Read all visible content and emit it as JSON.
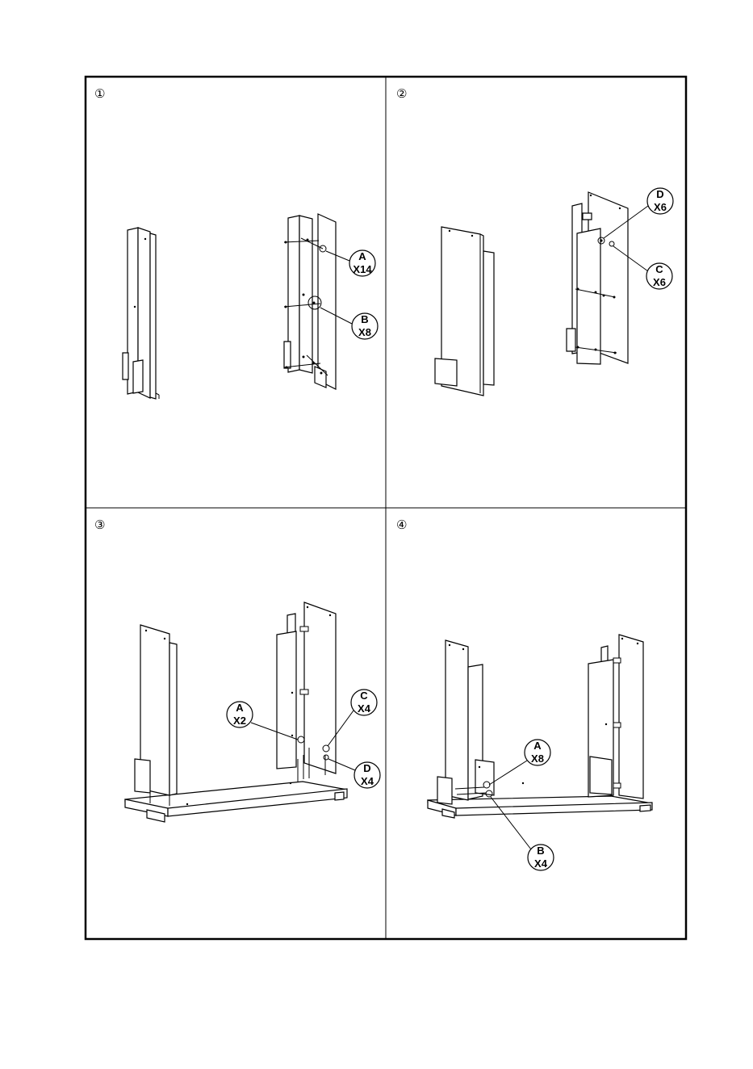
{
  "panels": [
    {
      "step": "①",
      "callouts": [
        {
          "letter": "A",
          "qty": "X14"
        },
        {
          "letter": "B",
          "qty": "X8"
        }
      ]
    },
    {
      "step": "②",
      "callouts": [
        {
          "letter": "D",
          "qty": "X6"
        },
        {
          "letter": "C",
          "qty": "X6"
        }
      ]
    },
    {
      "step": "③",
      "callouts": [
        {
          "letter": "A",
          "qty": "X2"
        },
        {
          "letter": "C",
          "qty": "X4"
        },
        {
          "letter": "D",
          "qty": "X4"
        }
      ]
    },
    {
      "step": "④",
      "callouts": [
        {
          "letter": "A",
          "qty": "X8"
        },
        {
          "letter": "B",
          "qty": "X4"
        }
      ]
    }
  ]
}
